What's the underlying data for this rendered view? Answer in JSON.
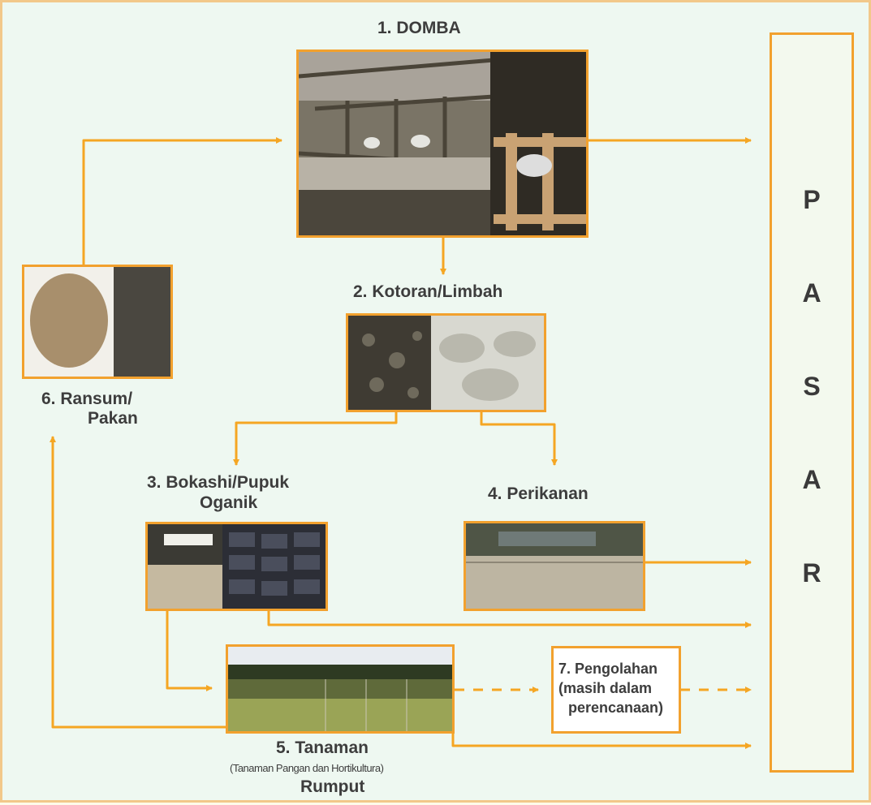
{
  "nodes": {
    "domba": "1. DOMBA",
    "kotoran": "2.  Kotoran/Limbah",
    "bokashi_line1": "3. Bokashi/Pupuk",
    "bokashi_line2": "Oganik",
    "perikanan": "4.  Perikanan",
    "tanaman": "5.  Tanaman",
    "tanaman_sub": "(Tanaman Pangan dan Hortikultura)",
    "rumput": "Rumput",
    "ransum_line1": "6. Ransum/",
    "ransum_line2": "Pakan",
    "pengolahan_line1": "7.  Pengolahan",
    "pengolahan_line2": "(masih dalam",
    "pengolahan_line3": "perencanaan)"
  },
  "pasar": [
    "P",
    "A",
    "S",
    "A",
    "R"
  ],
  "colors": {
    "arrow": "#f5a623",
    "frame": "#f2a12e",
    "background": "#eef8f1",
    "text": "#3d3d3d"
  }
}
